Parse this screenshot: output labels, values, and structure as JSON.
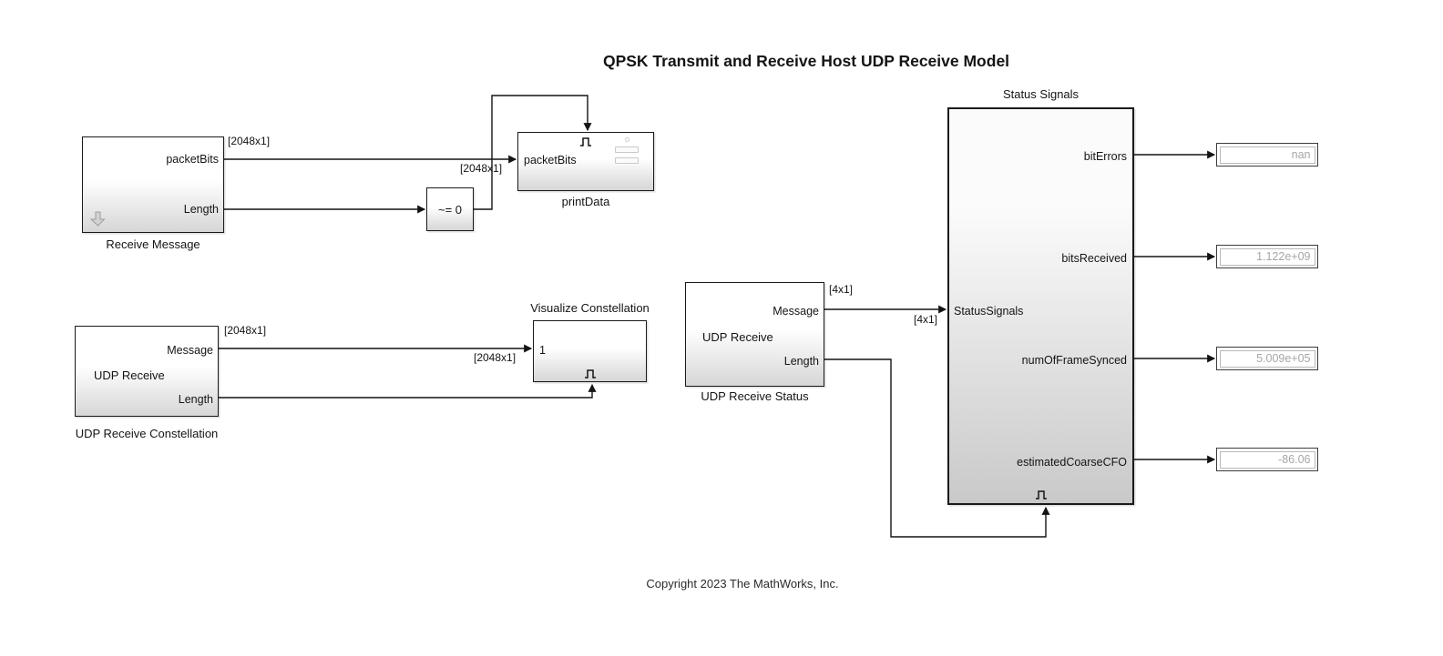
{
  "title": "QPSK Transmit and Receive Host UDP Receive Model",
  "copyright": "Copyright 2023 The MathWorks, Inc.",
  "blocks": {
    "receive_message": {
      "label": "Receive Message",
      "port_out1": "packetBits",
      "port_out2": "Length"
    },
    "compare_to_zero": {
      "label": "~= 0"
    },
    "print_data": {
      "label": "printData",
      "port_in1": "packetBits"
    },
    "udp_receive_constellation": {
      "label": "UDP Receive Constellation",
      "inner_text": "UDP Receive",
      "port_out1": "Message",
      "port_out2": "Length"
    },
    "visualize_constellation": {
      "label": "Visualize Constellation",
      "port_in1": "1"
    },
    "udp_receive_status": {
      "label": "UDP Receive Status",
      "inner_text": "UDP Receive",
      "port_out1": "Message",
      "port_out2": "Length"
    },
    "status_signals": {
      "label": "Status Signals",
      "port_in1": "StatusSignals",
      "port_out1": "bitErrors",
      "port_out2": "bitsReceived",
      "port_out3": "numOfFrameSynced",
      "port_out4": "estimatedCoarseCFO"
    }
  },
  "displays": [
    {
      "value": "nan"
    },
    {
      "value": "1.122e+09"
    },
    {
      "value": "5.009e+05"
    },
    {
      "value": "-86.06"
    }
  ],
  "signal_labels": {
    "packetbits_src": "[2048x1]",
    "packetbits_dst": "[2048x1]",
    "message_constellation_src": "[2048x1]",
    "message_constellation_dst": "[2048x1]",
    "message_status_src": "[4x1]",
    "message_status_dst": "[4x1]"
  }
}
